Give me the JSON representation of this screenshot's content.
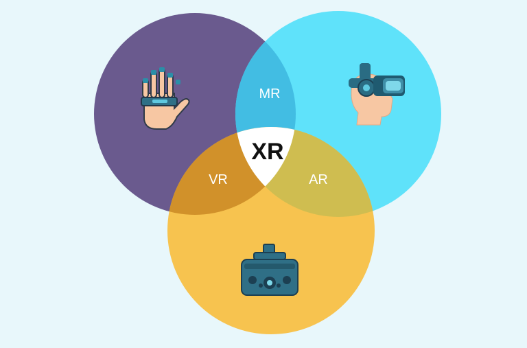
{
  "background": "#e8f7fb",
  "circles": {
    "left": {
      "color": "#6a5a8e",
      "icon": "haptic-glove-hand-icon"
    },
    "right": {
      "color": "#5fe2fa",
      "icon": "vr-headset-on-head-icon"
    },
    "bottom": {
      "color": "#f7c34f",
      "icon": "standalone-vr-headset-icon"
    }
  },
  "overlaps": {
    "top": {
      "label": "MR",
      "color": "#42bde3"
    },
    "left": {
      "label": "VR",
      "color": "#d1912a"
    },
    "right": {
      "label": "AR",
      "color": "#cfbd50"
    },
    "center": {
      "label": "XR",
      "color": "#ffffff"
    }
  }
}
